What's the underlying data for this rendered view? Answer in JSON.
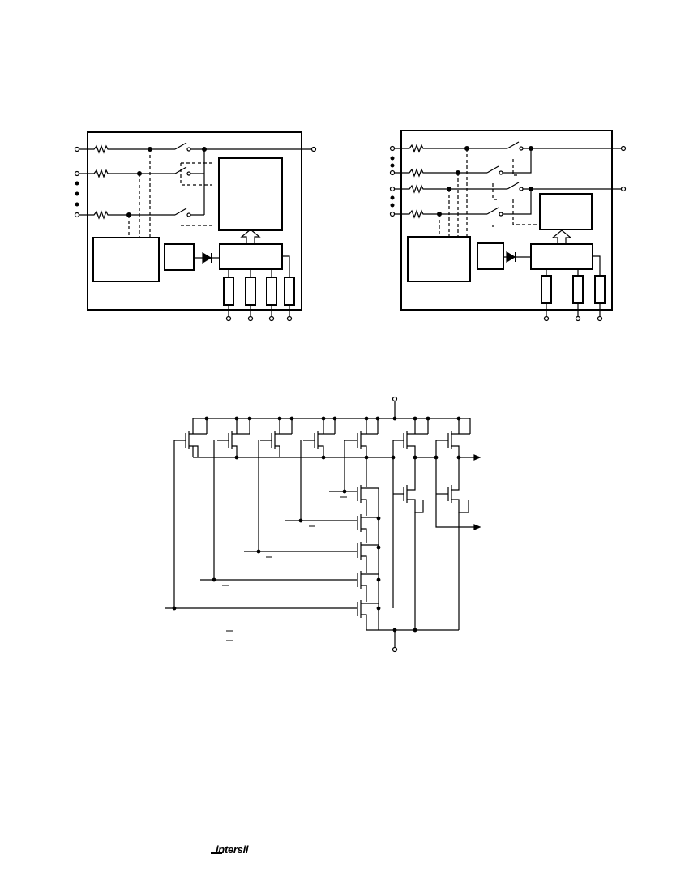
{
  "footer": {
    "logo_text": "intersil"
  },
  "diagrams": {
    "left_block": {
      "description_id": "functional-block-left"
    },
    "right_block": {
      "description_id": "functional-block-right"
    },
    "schematic": {
      "description_id": "cmos-schematic"
    }
  }
}
